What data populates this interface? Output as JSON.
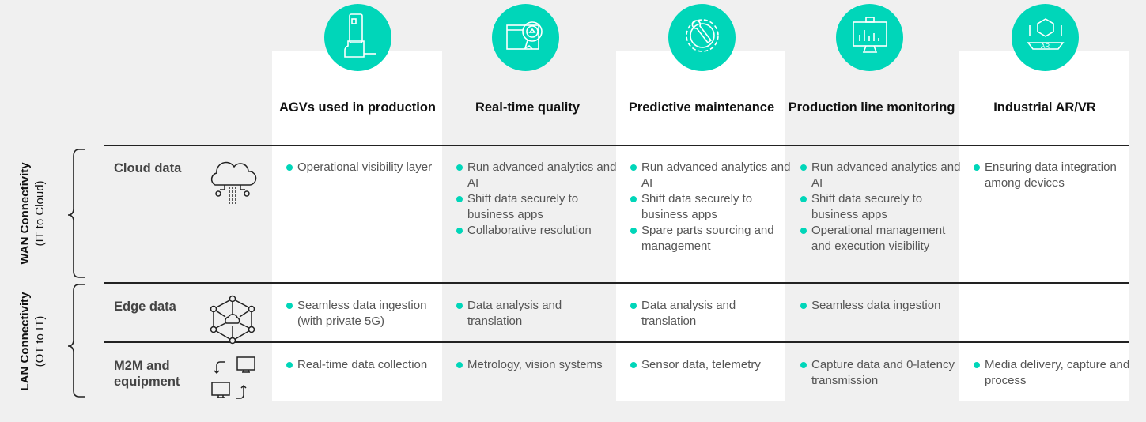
{
  "colors": {
    "accent": "#00d6b9",
    "background": "#f0f0f0"
  },
  "columns": [
    {
      "title": "AGVs used in production",
      "icon": "agv-forklift-icon"
    },
    {
      "title": "Real-time quality",
      "icon": "quality-badge-icon"
    },
    {
      "title": "Predictive maintenance",
      "icon": "gear-wrench-icon"
    },
    {
      "title": "Production line monitoring",
      "icon": "monitor-chart-icon"
    },
    {
      "title": "Industrial AR/VR",
      "icon": "ar-cube-icon"
    }
  ],
  "groups": [
    {
      "title": "WAN Connectivity",
      "subtitle": "(IT to Cloud)"
    },
    {
      "title": "LAN Connectivity",
      "subtitle": "(OT to IT)"
    }
  ],
  "rows": [
    {
      "label": "Cloud data",
      "icon": "cloud-icon",
      "cells": [
        [
          "Operational visibility layer"
        ],
        [
          "Run advanced analytics and AI",
          "Shift data securely to business apps",
          "Collaborative resolution"
        ],
        [
          "Run advanced analytics and AI",
          "Shift data securely to business apps",
          "Spare parts sourcing and management"
        ],
        [
          "Run advanced analytics and AI",
          "Shift data securely to business apps",
          "Operational management and execution visibility"
        ],
        [
          "Ensuring data integration among devices"
        ]
      ]
    },
    {
      "label": "Edge data",
      "icon": "edge-network-icon",
      "cells": [
        [
          "Seamless data ingestion (with private 5G)"
        ],
        [
          "Data analysis and translation"
        ],
        [
          "Data analysis and translation"
        ],
        [
          "Seamless data ingestion"
        ],
        []
      ]
    },
    {
      "label": "M2M and equipment",
      "icon": "machine-to-machine-icon",
      "cells": [
        [
          "Real-time data collection"
        ],
        [
          "Metrology, vision systems"
        ],
        [
          "Sensor data, telemetry"
        ],
        [
          "Capture data and 0-latency transmission"
        ],
        [
          "Media delivery, capture and process"
        ]
      ]
    }
  ]
}
